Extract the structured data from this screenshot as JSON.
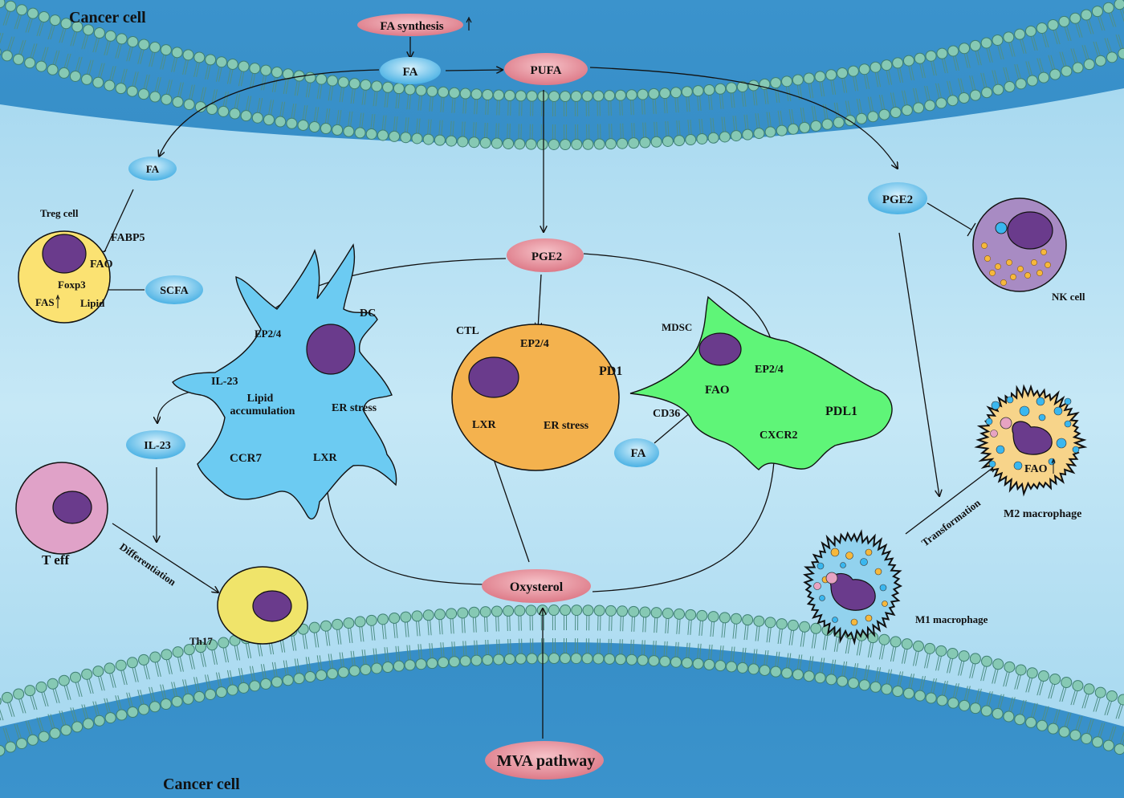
{
  "labels": {
    "cancer_cell_top": "Cancer cell",
    "cancer_cell_bottom": "Cancer cell",
    "treg_cell": "Treg cell",
    "fabp5": "FABP5",
    "treg_fao": "FAO",
    "foxp3": "Foxp3",
    "fas": "FAS",
    "lipid": "Lipid",
    "dc": "DC",
    "dc_ep24": "EP2/4",
    "dc_il23": "IL-23",
    "lipid_accumulation_1": "Lipid",
    "lipid_accumulation_2": "accumulation",
    "dc_er_stress": "ER stress",
    "ccr7": "CCR7",
    "dc_lxr": "LXR",
    "ctl": "CTL",
    "ctl_ep24": "EP2/4",
    "pd1": "PD1",
    "ctl_lxr": "LXR",
    "ctl_er_stress": "ER stress",
    "mdsc": "MDSC",
    "mdsc_ep24": "EP2/4",
    "mdsc_fao": "FAO",
    "pdl1": "PDL1",
    "cd36": "CD36",
    "cxcr2": "CXCR2",
    "nk_cell": "NK cell",
    "m2_macrophage": "M2 macrophage",
    "m2_fao": "FAO",
    "m1_macrophage": "M1 macrophage",
    "transformation": "Transformation",
    "t_eff": "T eff",
    "th17": "Th17",
    "differentiation": "Differentiation"
  },
  "nodes": {
    "fa_synthesis": "FA synthesis",
    "fa_top": "FA",
    "pufa": "PUFA",
    "fa_left": "FA",
    "scfa": "SCFA",
    "pge2_center": "PGE2",
    "pge2_right": "PGE2",
    "il23": "IL-23",
    "fa_mdsc": "FA",
    "oxysterol": "Oxysterol",
    "mva_pathway": "MVA pathway"
  },
  "colors": {
    "background": "#2f86c0",
    "interior": "#bfe4f4",
    "lipid_head": "#86c9b4",
    "pink_node": "#e58a96",
    "blue_node": "#5ab7e6",
    "treg": "#fbe272",
    "dc": "#6ccbf2",
    "ctl": "#f4b24e",
    "mdsc": "#5ff578",
    "nucleus": "#6a3b8c",
    "nk": "#a88bc3",
    "teff": "#e0a2c8",
    "th17": "#f0e46a",
    "macrophage": "#92d2ee"
  }
}
